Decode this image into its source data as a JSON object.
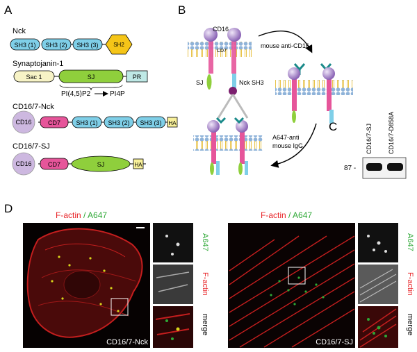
{
  "panels": {
    "a": {
      "letter": "A",
      "constructs": [
        {
          "name": "Nck",
          "domains": [
            "SH3 (1)",
            "SH3 (2)",
            "SH3 (3)",
            "SH2"
          ]
        },
        {
          "name": "Synaptojanin-1",
          "domains": [
            "Sac 1",
            "SJ",
            "PR"
          ],
          "reaction_from": "PI(4,5)P2",
          "reaction_to": "PI4P"
        },
        {
          "name": "CD16/7-Nck",
          "domains": [
            "CD16",
            "CD7",
            "SH3 (1)",
            "SH3 (2)",
            "SH3 (3)",
            "HA"
          ]
        },
        {
          "name": "CD16/7-SJ",
          "domains": [
            "CD16",
            "CD7",
            "SJ",
            "HA"
          ]
        }
      ]
    },
    "b": {
      "letter": "B",
      "labels": {
        "cd16": "CD16",
        "cd7": "CD7",
        "sj": "SJ",
        "nck_sh3": "Nck SH3",
        "step1": "mouse anti-CD16",
        "step2_line1": "A647-anti",
        "step2_line2": "mouse IgG"
      }
    },
    "c": {
      "letter": "C",
      "lanes": [
        "CD16/7-SJ",
        "CD16/7-D858A"
      ],
      "marker": "87 -"
    },
    "d": {
      "letter": "D",
      "header_red": "F-actin",
      "header_sep": " / ",
      "header_green": "A647",
      "images": [
        {
          "caption": "CD16/7-Nck",
          "insets": [
            "A647",
            "F-actin",
            "merge"
          ]
        },
        {
          "caption": "CD16/7-SJ",
          "insets": [
            "A647",
            "F-actin",
            "merge"
          ]
        }
      ]
    }
  },
  "colors": {
    "sh3": "#7fcfe8",
    "sh2": "#f5c518",
    "sj": "#8fcf3c",
    "sac": "#f7f3c6",
    "pr": "#bfe9e6",
    "cd16": "#cdb8e0",
    "cd7": "#e6559a",
    "ha": "#f8f09a",
    "red": "#e8262a",
    "green": "#2ea836"
  }
}
